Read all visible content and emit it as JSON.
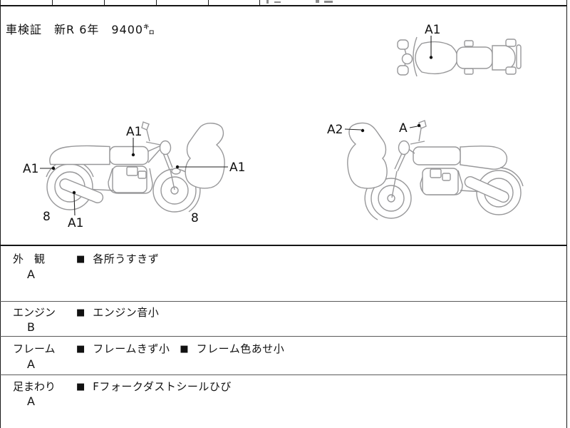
{
  "header": {
    "note": "車検証　新R 6年　9400㌔"
  },
  "diagrams": {
    "top_view": {
      "label_tank": "A1"
    },
    "left_view": {
      "label_tank": "A1",
      "label_rear_fender": "A1",
      "label_front": "A1",
      "label_exhaust": "A1",
      "tread_rear": "8",
      "tread_front": "8"
    },
    "right_view": {
      "label_cowl": "A2",
      "label_mirror": "A"
    }
  },
  "inspection": {
    "bullet": "■",
    "rows": [
      {
        "section": "外　観",
        "grade": "A",
        "notes": [
          "各所うすきず"
        ]
      },
      {
        "section": "エンジン",
        "grade": "B",
        "notes": [
          "エンジン音小"
        ]
      },
      {
        "section": "フレーム",
        "grade": "A",
        "notes": [
          "フレームきず小",
          "フレーム色あせ小"
        ]
      },
      {
        "section": "足まわり",
        "grade": "A",
        "notes": [
          "Fフォークダストシールひび"
        ]
      }
    ]
  },
  "colors": {
    "border": "#1a1a1a",
    "sketch_line": "#98989a",
    "background": "#ffffff"
  }
}
